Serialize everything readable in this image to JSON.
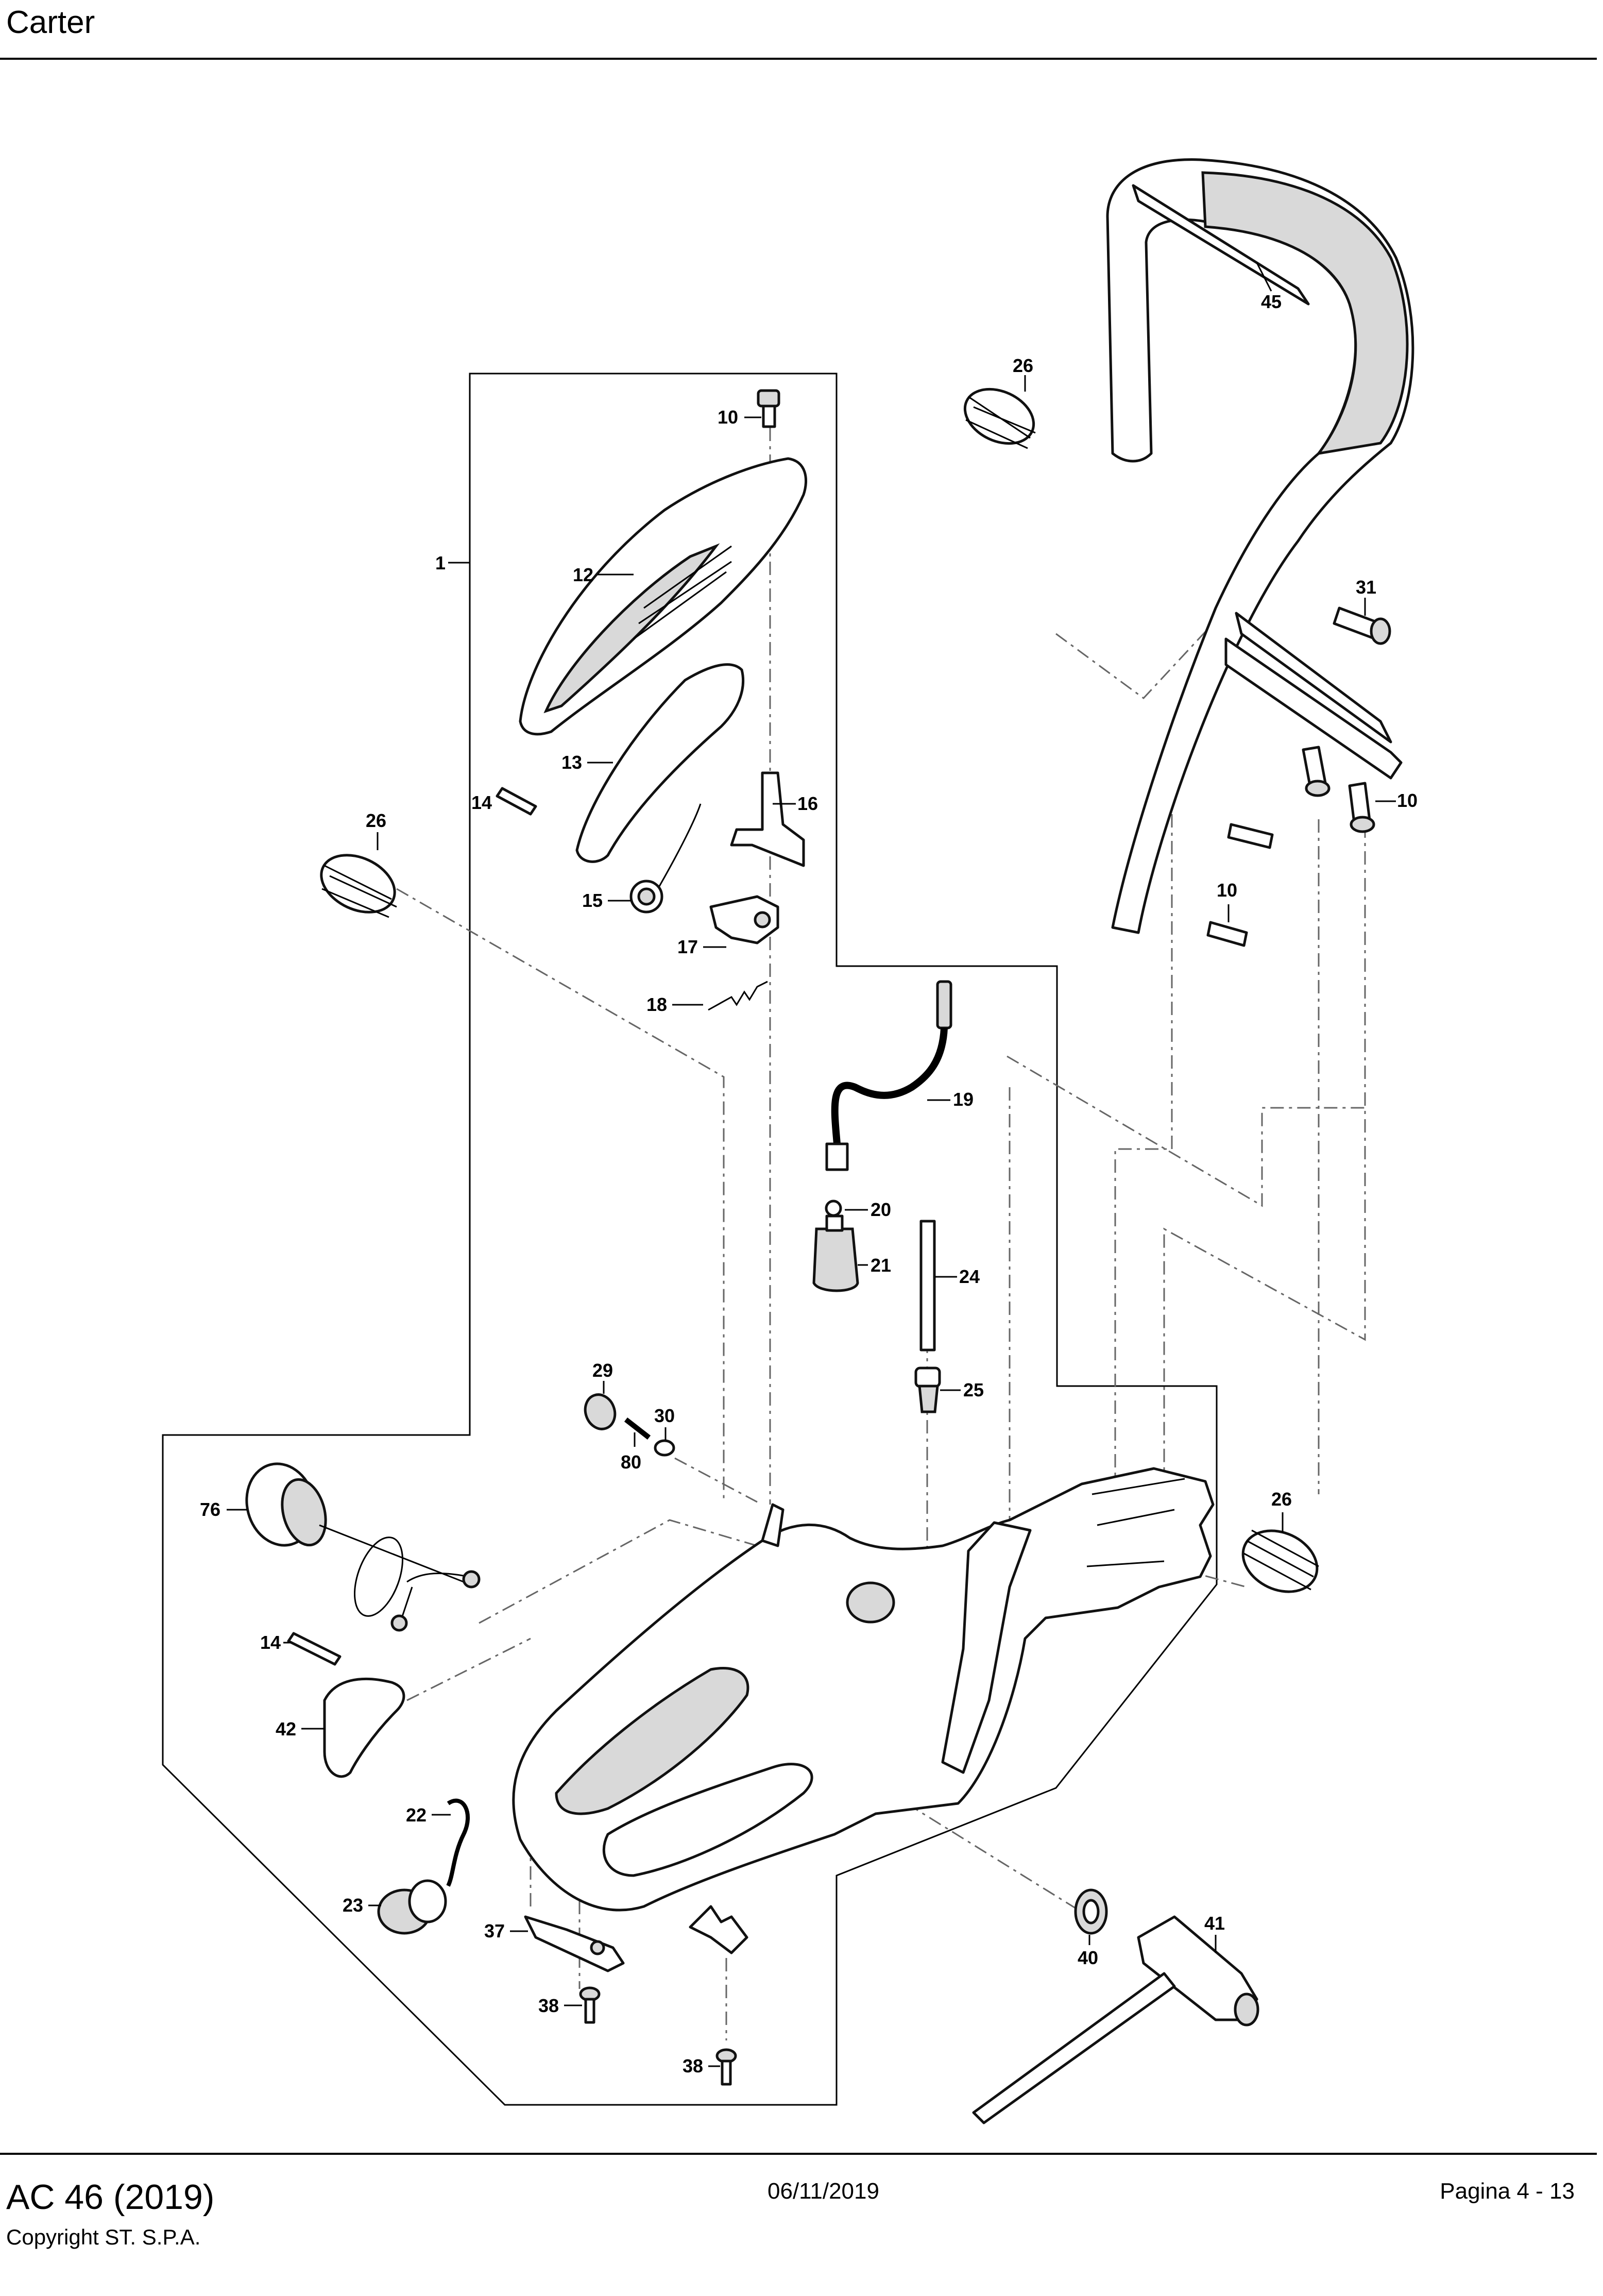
{
  "header": {
    "title": "Carter"
  },
  "footer": {
    "model": "AC 46 (2019)",
    "copyright": "Copyright ST. S.P.A.",
    "date": "06/11/2019",
    "page": "Pagina 4 - 13"
  },
  "callouts": {
    "c1": "1",
    "c10a": "10",
    "c10b": "10",
    "c10c": "10",
    "c12": "12",
    "c13": "13",
    "c14a": "14",
    "c14b": "14",
    "c15": "15",
    "c16": "16",
    "c17": "17",
    "c18": "18",
    "c19": "19",
    "c20": "20",
    "c21": "21",
    "c22": "22",
    "c23": "23",
    "c24": "24",
    "c25": "25",
    "c26a": "26",
    "c26b": "26",
    "c26c": "26",
    "c29": "29",
    "c30": "30",
    "c31": "31",
    "c37": "37",
    "c38a": "38",
    "c38b": "38",
    "c40": "40",
    "c41": "41",
    "c42": "42",
    "c45": "45",
    "c76": "76",
    "c80": "80"
  }
}
